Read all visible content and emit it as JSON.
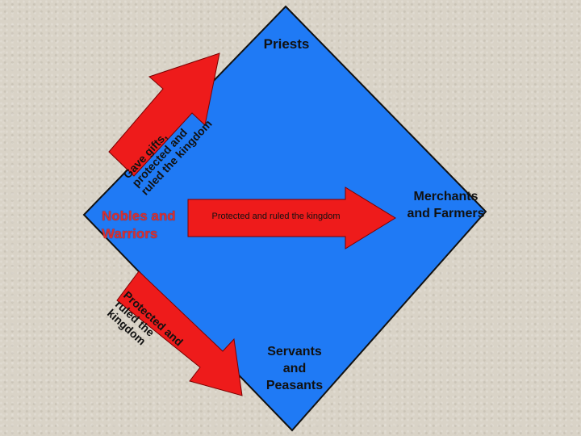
{
  "diagram": {
    "priests_label": "Priests",
    "nobles_label": "Nobles and Warriors",
    "merchants_label": "Merchants and Farmers",
    "servants_label": "Servants and Peasants",
    "upper_arrow_text": "Gave gifts, protected and ruled the kingdom",
    "middle_arrow_text": "Protected and ruled the kingdom",
    "lower_arrow_text": "Protected and ruled the kingdom"
  },
  "colors": {
    "diamond_fill": "#1f7af5",
    "arrow_fill": "#ee1b1b",
    "nobles_text": "#d83030"
  }
}
